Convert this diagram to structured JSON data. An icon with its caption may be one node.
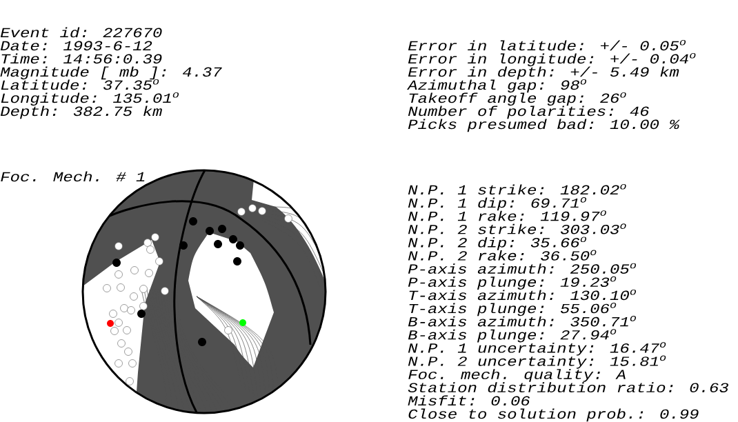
{
  "diagram": {
    "labels": [
      "Event id: 227670",
      "Date: 1993-6-12",
      "Time: 14:56:0.39",
      "Magnitude [ mb ]: 4.37",
      "Latitude: 37.35$^{o}$",
      "Longitude: 135.01$^{o}$",
      "Depth: 382.75 km",
      "Error in latitude: +/- 0.05$^{o}$",
      "Error in longitude: +/- 0.04$^{o}$",
      "Error in depth: +/- 5.49 km",
      "Azimuthal gap: 98$^{o}$",
      "Takeoff angle gap: 26$^{o}$",
      "Number of polarities: 46",
      "Picks presumed bad: 10.00 %",
      "Foc. Mech. # 1",
      "N.P. 1 strike: 182.02$^{o}$",
      "N.P. 1 dip: 69.71$^{o}$",
      "N.P. 1 rake: 119.97$^{o}$",
      "N.P. 2 strike: 303.03$^{o}$",
      "N.P. 2 dip: 35.66$^{o}$",
      "N.P. 2 rake: 36.50$^{o}$",
      "P-axis azimuth: 250.05$^{o}$",
      "P-axis plunge: 19.23$^{o}$",
      "T-axis azimuth: 130.10$^{o}$",
      "T-axis plunge: 55.06$^{o}$",
      "B-axis azimuth: 350.71$^{o}$",
      "B-axis plunge: 27.94$^{o}$",
      "N.P. 1 uncertainty: 16.47$^{o}$",
      "N.P. 2 uncertainty: 15.81$^{o}$",
      "Foc. mech. quality: A",
      "Station distribution ratio: 0.63",
      "Misfit: 0.06",
      "Close to solution prob.: 0.99"
    ]
  }
}
